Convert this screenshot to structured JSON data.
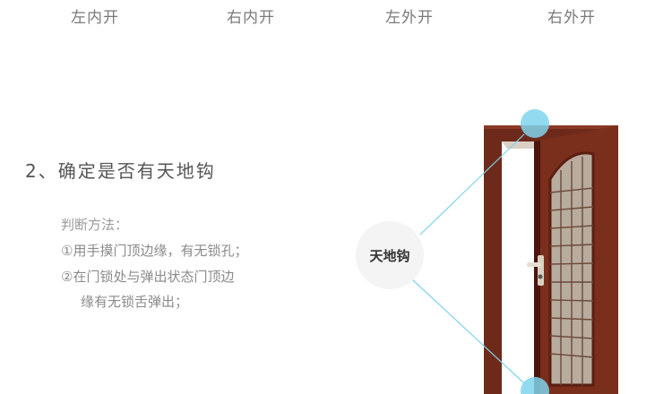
{
  "door_types": [
    "左内开",
    "右内开",
    "左外开",
    "右外开"
  ],
  "section": {
    "title": "2、确定是否有天地钩"
  },
  "method": {
    "title": "判断方法：",
    "step1": "①用手摸门顶边缘，有无锁孔；",
    "step2_line1": "②在门锁处与弹出状态门顶边",
    "step2_line2": "缘有无锁舌弹出；"
  },
  "callout": {
    "label": "天地钩"
  },
  "colors": {
    "door_wood": "#7a2e1c",
    "door_wood_dark": "#4a150a",
    "highlight": "#7fd3ec",
    "glass": "#b8ac9e"
  }
}
